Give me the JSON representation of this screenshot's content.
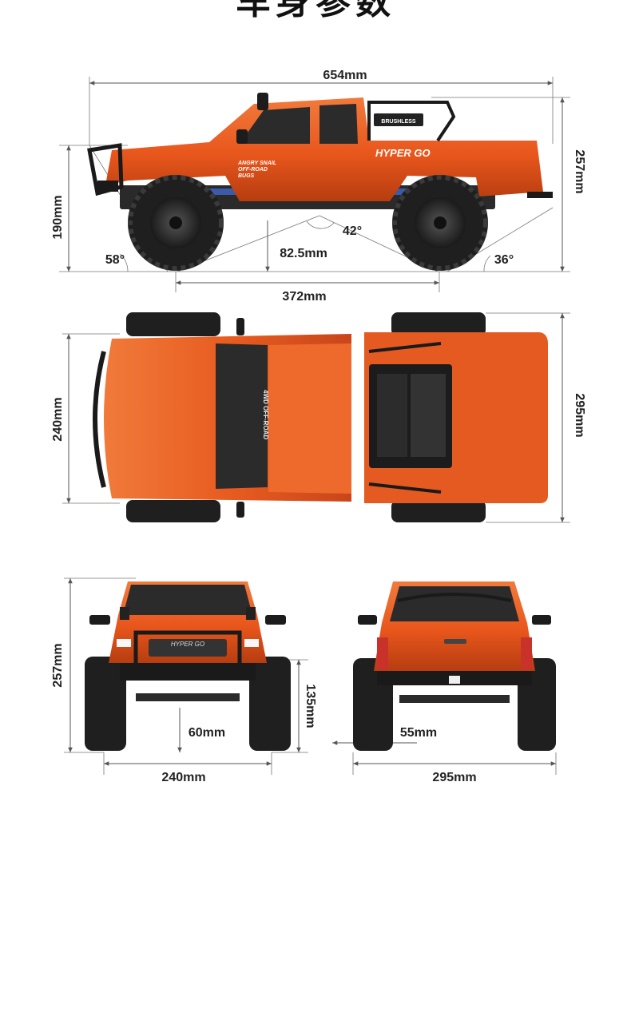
{
  "page_title": "车身参数",
  "side_view": {
    "length": "654mm",
    "height": "257mm",
    "front_height": "190mm",
    "wheelbase": "372mm",
    "ground_clearance": "82.5mm",
    "approach_angle": "58°",
    "breakover_angle": "42°",
    "departure_angle": "36°",
    "decal_brushless": "BRUSHLESS",
    "decal_hyper": "HYPER GO",
    "decal_angry": "ANGRY SNAIL",
    "decal_offroad": "OFF-ROAD",
    "decal_bugs": "BUGS"
  },
  "top_view": {
    "width": "240mm",
    "overall_width": "295mm",
    "decal_4wd": "4WD OFF-ROAD"
  },
  "front_view": {
    "height": "257mm",
    "bumper_height": "135mm",
    "clearance": "60mm",
    "track_width": "240mm",
    "decal": "HYPER GO"
  },
  "rear_view": {
    "clearance": "55mm",
    "overall_width": "295mm"
  },
  "colors": {
    "body": "#e8561c",
    "body_dark": "#b63d10",
    "tire": "#1f1f1f",
    "frame": "#2a2a2a"
  }
}
